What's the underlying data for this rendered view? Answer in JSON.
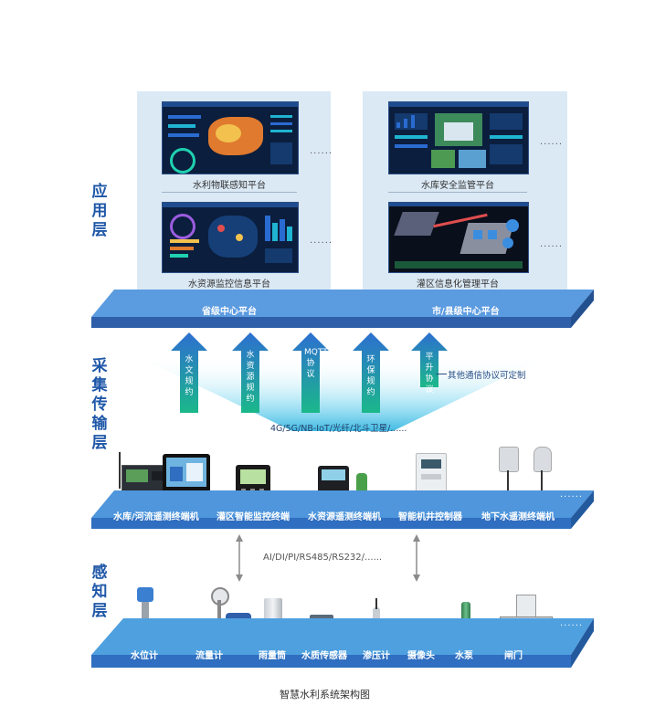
{
  "layers": {
    "application": "应用层",
    "transport": "采集传输层",
    "perception": "感知层"
  },
  "platforms": [
    {
      "label": "水利物联感知平台"
    },
    {
      "label": "水资源监控信息平台"
    },
    {
      "label": "水库安全监管平台"
    },
    {
      "label": "灌区信息化管理平台"
    }
  ],
  "dots": "......",
  "centers": {
    "provincial": "省级中心平台",
    "municipal": "市/县级中心平台"
  },
  "protocols": [
    {
      "label": "水文规约"
    },
    {
      "label": "水资源规约"
    },
    {
      "label": "MQTT协议"
    },
    {
      "label": "环保规约"
    },
    {
      "label": "平升协议"
    }
  ],
  "protocol_custom": "其他通信协议可定制",
  "network": "4G/5G/NB-IoT/光纤/北斗卫星/......",
  "terminals": [
    {
      "label": "水库/河流遥测终端机"
    },
    {
      "label": "灌区智能监控终端"
    },
    {
      "label": "水资源遥测终端机"
    },
    {
      "label": "智能机井控制器"
    },
    {
      "label": "地下水遥测终端机"
    }
  ],
  "interfaces": "AI/DI/PI/RS485/RS232/......",
  "sensors": [
    {
      "label": "水位计"
    },
    {
      "label": "流量计"
    },
    {
      "label": "雨量筒"
    },
    {
      "label": "水质传感器"
    },
    {
      "label": "渗压计"
    },
    {
      "label": "摄像头"
    },
    {
      "label": "水泵"
    },
    {
      "label": "闸门"
    }
  ],
  "caption": "智慧水利系统架构图",
  "colors": {
    "accent_blue": "#1f57a8",
    "slab_top": "#5b9be0",
    "slab_front": "#2f6ec0",
    "arrow_top": "#2d6fd0",
    "arrow_bottom": "#1bb88a"
  }
}
